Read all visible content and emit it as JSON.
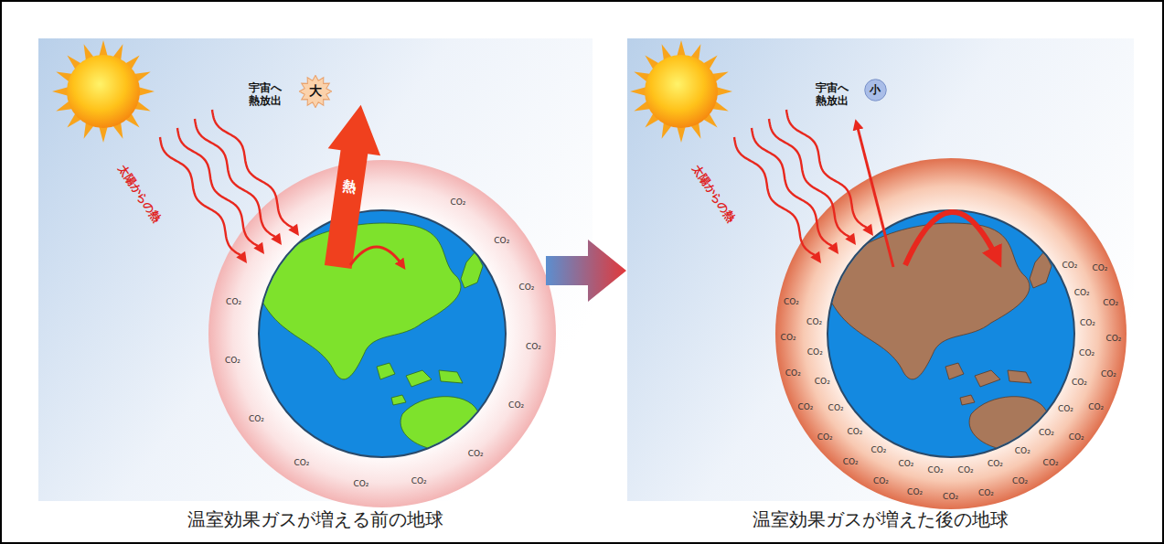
{
  "diagram": {
    "nodes": [
      {
        "text": [
          "大"
        ]
      },
      {
        "text": [
          "小"
        ]
      }
    ],
    "labels": [
      "太陽からの熱",
      "宇宙へ 熱放出",
      "熱",
      "温室効果ガスが増える前の地球",
      "CO₂",
      "CO₂",
      "CO₂",
      "CO₂",
      "CO₂",
      "CO₂",
      "CO₂",
      "CO₂",
      "CO₂",
      "CO₂",
      "CO₂",
      "CO₂",
      "太陽からの熱",
      "宇宙へ 熱放出",
      "温室効果ガスが増えた後の地球",
      "CO₂",
      "CO₂",
      "CO₂",
      "CO₂",
      "CO₂",
      "CO₂",
      "CO₂",
      "CO₂",
      "CO₂",
      "CO₂",
      "CO₂",
      "CO₂",
      "CO₂",
      "CO₂",
      "CO₂",
      "CO₂",
      "CO₂",
      "CO₂",
      "CO₂",
      "CO₂",
      "CO₂",
      "CO₂",
      "CO₂",
      "CO₂",
      "CO₂",
      "CO₂",
      "CO₂",
      "CO₂",
      "CO₂",
      "CO₂",
      "CO₂",
      "CO₂",
      "CO₂",
      "CO₂",
      "CO₂",
      "CO₂"
    ]
  }
}
